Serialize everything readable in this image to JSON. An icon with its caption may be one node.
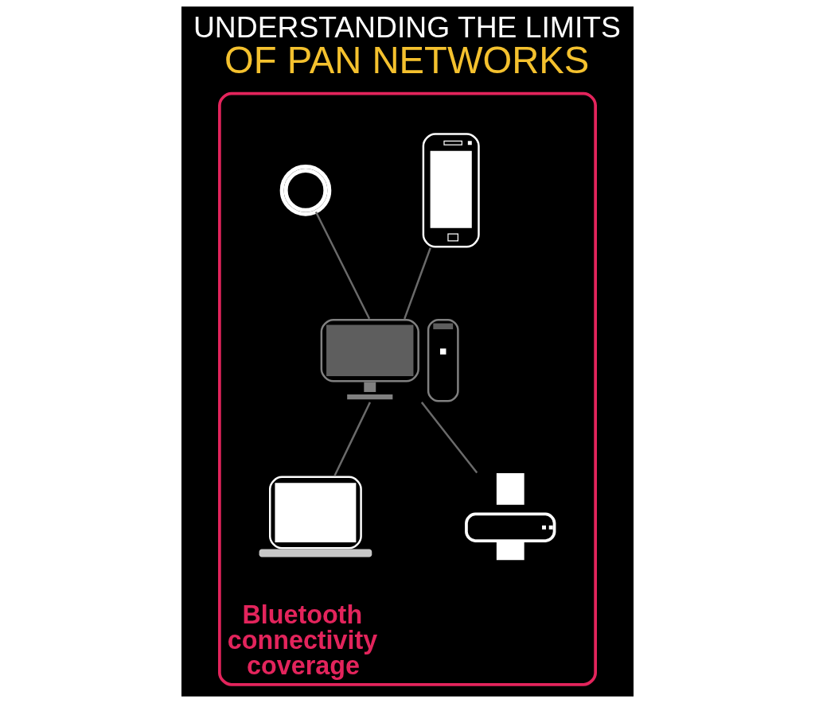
{
  "diagram": {
    "title": "UNDERSTANDING THE LIMITS OF PAN NETWORKS",
    "nodes": [
      {
        "text": [
          "Bluetooth connectivity coverage"
        ]
      },
      {
        "text": [],
        "shape": "picture",
        "in": 0
      },
      {
        "text": [],
        "shape": "picture",
        "in": 0
      },
      {
        "text": [],
        "shape": "picture",
        "in": 0
      },
      {
        "text": [],
        "shape": "picture",
        "in": 0
      },
      {
        "text": [],
        "shape": "picture",
        "in": 0
      }
    ],
    "edges": [
      {
        "from": 3,
        "to": 1,
        "arrow": "none"
      },
      {
        "from": 3,
        "to": 2,
        "arrow": "none"
      },
      {
        "from": 3,
        "to": 4,
        "arrow": "none"
      },
      {
        "from": 3,
        "to": 5,
        "arrow": "none"
      }
    ]
  }
}
